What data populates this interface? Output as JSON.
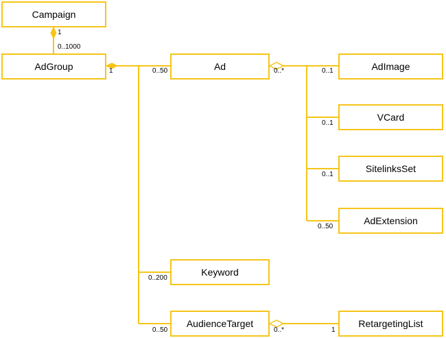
{
  "colors": {
    "line": "#F5C518",
    "box_fill": "#ffffff",
    "text": "#000000"
  },
  "entities": {
    "campaign": "Campaign",
    "adgroup": "AdGroup",
    "ad": "Ad",
    "keyword": "Keyword",
    "audience_target": "AudienceTarget",
    "adimage": "AdImage",
    "vcard": "VCard",
    "sitelinks_set": "SitelinksSet",
    "ad_extension": "AdExtension",
    "retargeting_list": "RetargetingList"
  },
  "multiplicities": {
    "campaign_side": "1",
    "adgroup_from_campaign": "0..1000",
    "adgroup_side": "1",
    "ad": "0..50",
    "keyword": "0..200",
    "audience_target": "0..50",
    "ad_side": "0..*",
    "adimage": "0..1",
    "vcard": "0..1",
    "sitelinks_set": "0..1",
    "ad_extension": "0..50",
    "audience_target_side": "0..*",
    "retargeting_list": "1"
  }
}
